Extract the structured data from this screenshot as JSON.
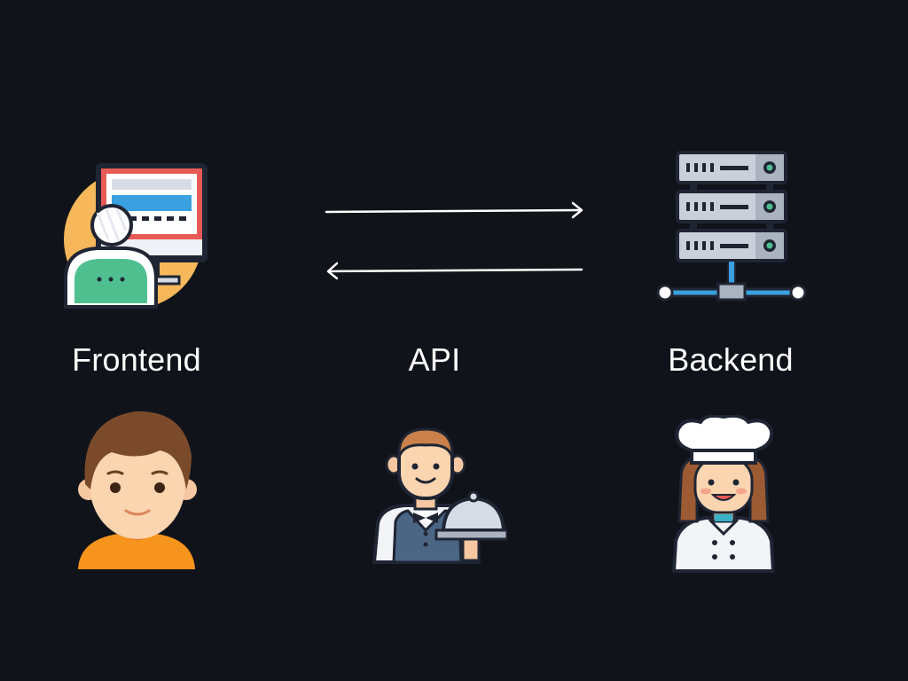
{
  "labels": {
    "frontend": "Frontend",
    "api": "API",
    "backend": "Backend"
  },
  "colors": {
    "background": "#11131a",
    "text": "#ffffff",
    "arrow": "#ffffff"
  },
  "icons": {
    "frontend": "computer-user-icon",
    "backend": "server-rack-icon",
    "customer": "boy-avatar-icon",
    "waiter": "waiter-serving-icon",
    "chef": "chef-avatar-icon"
  }
}
